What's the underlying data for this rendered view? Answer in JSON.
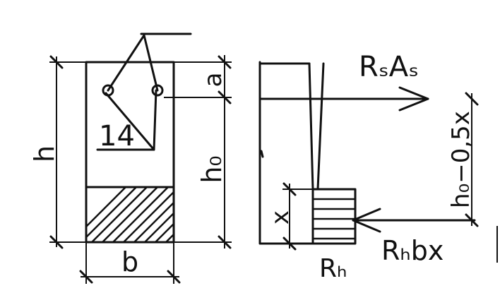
{
  "cross_section": {
    "labels": {
      "h": "h",
      "h0": "h₀",
      "a": "a",
      "b": "b",
      "bar_callout": "14"
    }
  },
  "stress_diagram": {
    "labels": {
      "tension_force": "RₛAₛ",
      "lever_arm": "h₀−0,5x",
      "x": "x",
      "compression_force": "Rₕbx",
      "concrete_strength": "Rₕ"
    }
  }
}
